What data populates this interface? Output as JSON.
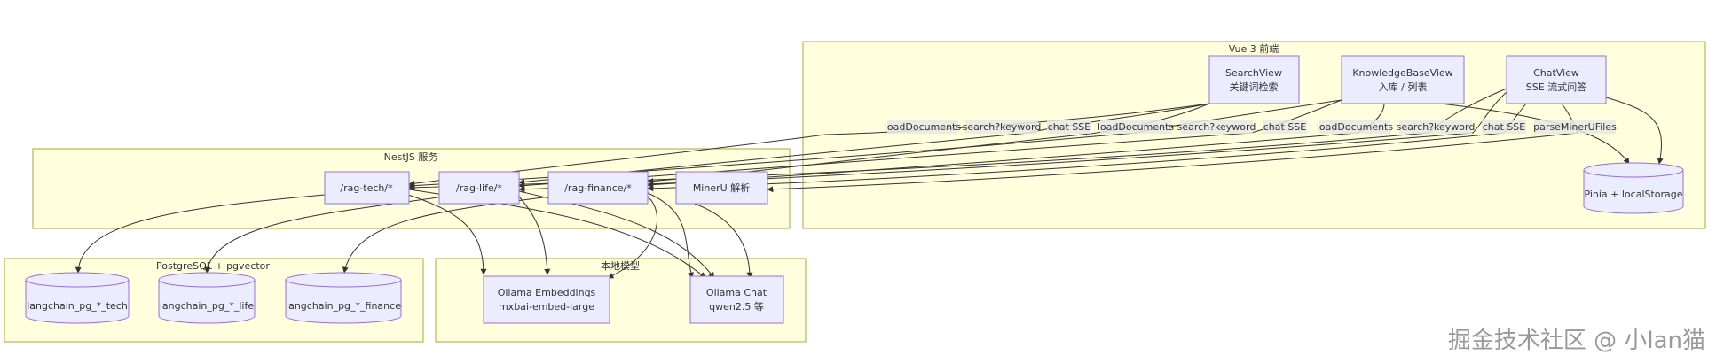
{
  "clusters": {
    "vue": "Vue 3 前端",
    "nest": "NestJS 服务",
    "pg": "PostgreSQL + pgvector",
    "local": "本地模型"
  },
  "nodes": {
    "search_view": [
      "SearchView",
      "关键词检索"
    ],
    "kb_view": [
      "KnowledgeBaseView",
      "入库 / 列表"
    ],
    "chat_view": [
      "ChatView",
      "SSE 流式问答"
    ],
    "pinia": [
      "Pinia + localStorage"
    ],
    "rag_tech": [
      "/rag-tech/*"
    ],
    "rag_life": [
      "/rag-life/*"
    ],
    "rag_finance": [
      "/rag-finance/*"
    ],
    "mineru": [
      "MinerU 解析"
    ],
    "pg_tech": [
      "langchain_pg_*_tech"
    ],
    "pg_life": [
      "langchain_pg_*_life"
    ],
    "pg_finance": [
      "langchain_pg_*_finance"
    ],
    "ollama_embed": [
      "Ollama Embeddings",
      "mxbai-embed-large"
    ],
    "ollama_chat": [
      "Ollama Chat",
      "qwen2.5 等"
    ]
  },
  "edge_labels": [
    "loadDocuments",
    "search?keyword",
    "chat SSE",
    "loadDocuments",
    "search?keyword",
    "chat SSE",
    "loadDocuments",
    "search?keyword",
    "chat SSE",
    "parseMinerUFiles"
  ],
  "watermark": "掘金技术社区 @ 小lan猫"
}
